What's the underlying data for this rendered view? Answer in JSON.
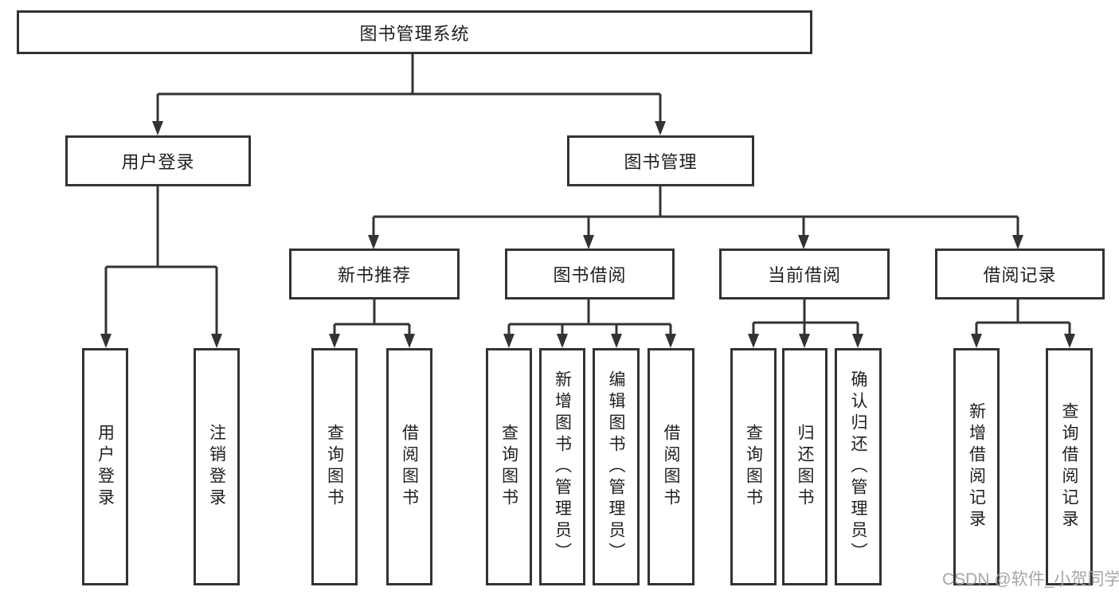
{
  "nodes": {
    "root": "图书管理系统",
    "user_login": "用户登录",
    "book_mgmt": "图书管理",
    "new_book_rec": "新书推荐",
    "book_borrow": "图书借阅",
    "current_borrow": "当前借阅",
    "borrow_records": "借阅记录",
    "ul_user_login": "用户登录",
    "ul_logout": "注销登录",
    "nbr_query_books": "查询图书",
    "nbr_borrow_books": "借阅图书",
    "bb_query_books": "查询图书",
    "bb_add_books_admin": "新增图书（管理员）",
    "bb_edit_books_admin": "编辑图书（管理员）",
    "bb_borrow_books": "借阅图书",
    "cb_query_books": "查询图书",
    "cb_return_books": "归还图书",
    "cb_confirm_return_admin": "确认归还（管理员）",
    "br_add_record": "新增借阅记录",
    "br_query_record": "查询借阅记录"
  },
  "watermark": "CSDN @软件_小贺同学",
  "colors": {
    "line": "#333333",
    "box_border": "#333333",
    "text": "#1f1f1f",
    "watermark": "#a6a6a6",
    "background": "#ffffff"
  }
}
